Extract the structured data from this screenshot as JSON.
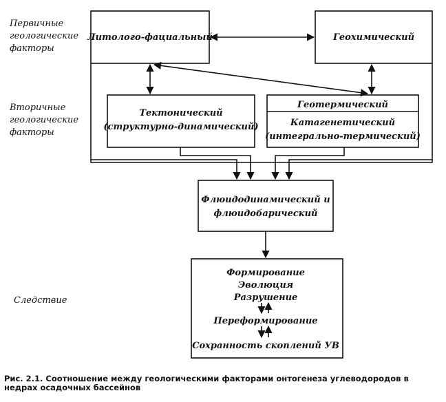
{
  "levels": {
    "primary": [
      "Первичные",
      "геологические",
      "факторы"
    ],
    "secondary": [
      "Вторичные",
      "геологические",
      "факторы"
    ],
    "consequence": [
      "Следствие"
    ]
  },
  "boxes": {
    "lithofacial": "Литолого-фациальный",
    "geochemical": "Геохимический",
    "tectonic": [
      "Тектонический",
      "(структурно-динамический)"
    ],
    "geothermal": "Геотермический",
    "catagenetic": [
      "Катагенетический",
      "(интегрально-термический)"
    ],
    "fluid": [
      "Флюидодинамический и",
      "флюидобарический"
    ],
    "result": {
      "formation": "Формирование",
      "evolution": "Эволюция",
      "destruction": "Разрушение",
      "reformation": "Переформирование",
      "preservation": "Сохранность  скоплений УВ"
    }
  },
  "caption": "Рис. 2.1. Соотношение между геологическими факторами онтогенеза углеводородов в недрах осадочных бассейнов"
}
